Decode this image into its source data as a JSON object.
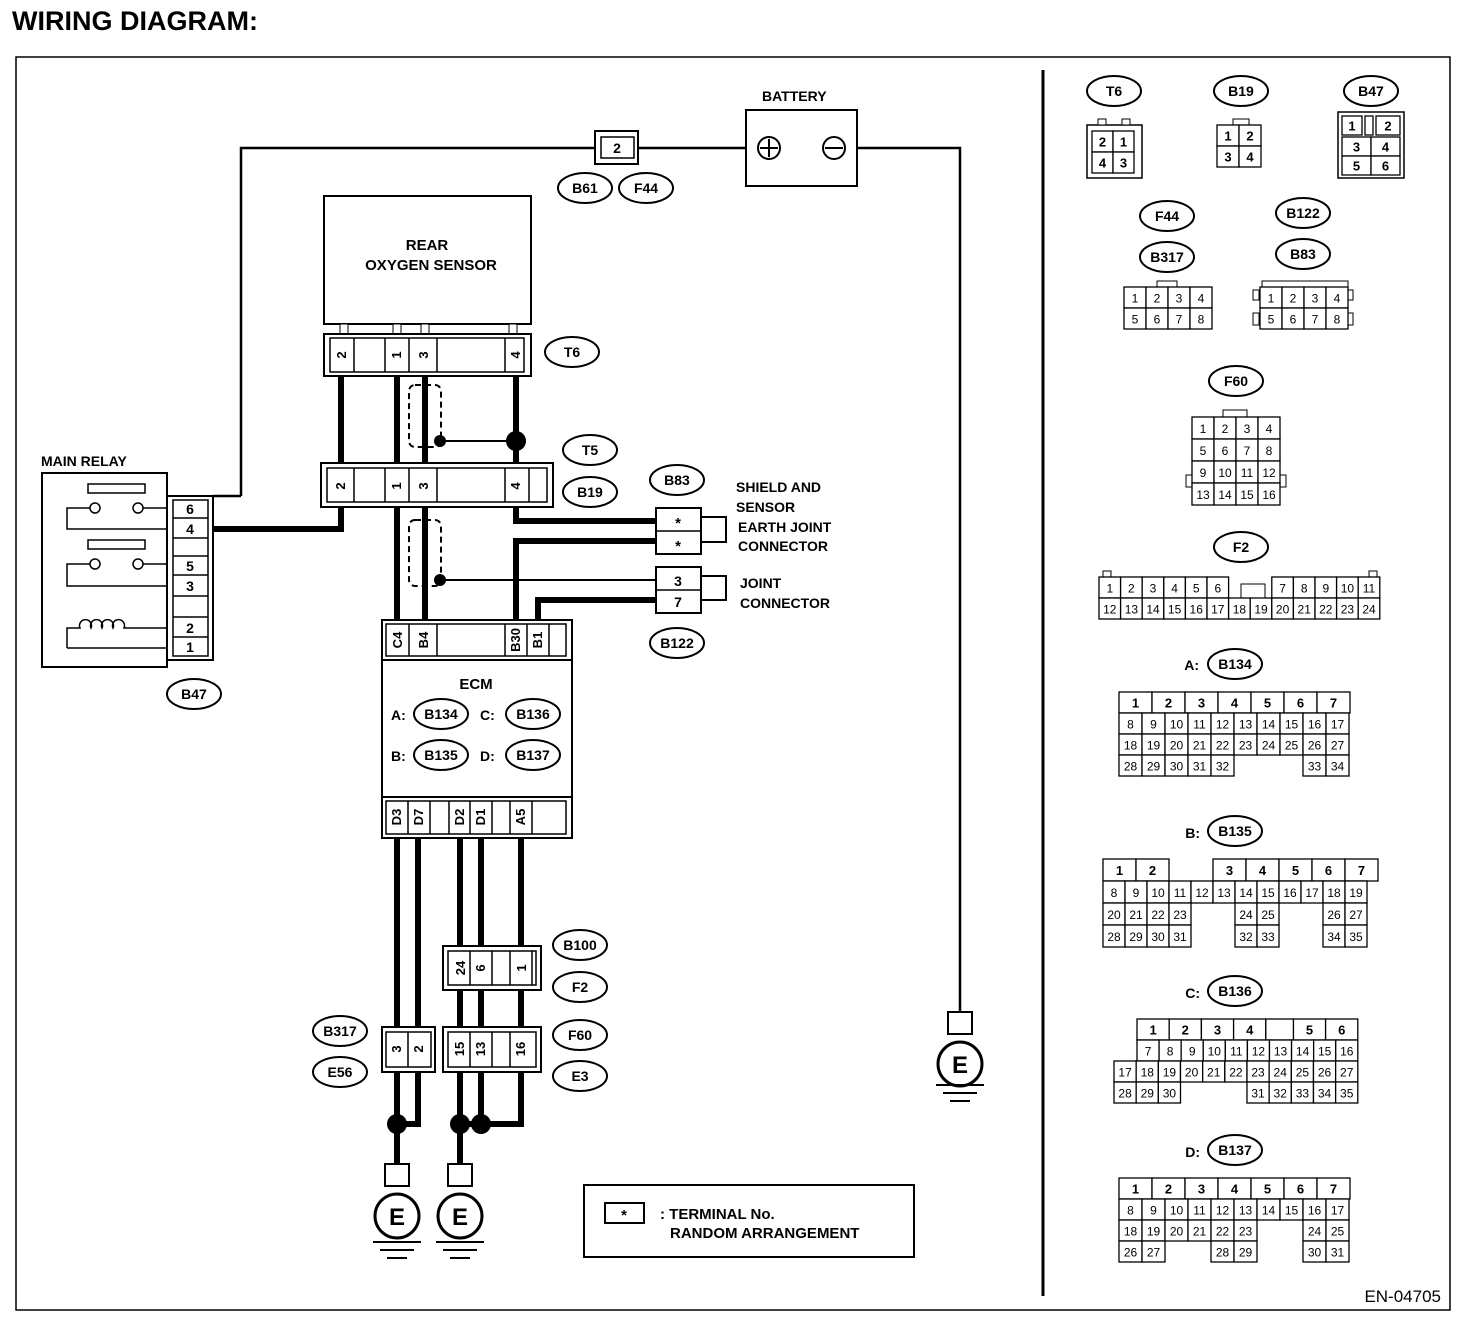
{
  "title": "WIRING DIAGRAM:",
  "figure_id": "EN-04705",
  "components": {
    "battery": "BATTERY",
    "battery_plus": "⊕",
    "battery_minus": "⊖",
    "rear_o2_line1": "REAR",
    "rear_o2_line2": "OXYGEN SENSOR",
    "main_relay": "MAIN RELAY",
    "ecm": "ECM",
    "ecm_connectors": [
      {
        "prefix": "A:",
        "code": "B134"
      },
      {
        "prefix": "C:",
        "code": "B136"
      },
      {
        "prefix": "B:",
        "code": "B135"
      },
      {
        "prefix": "D:",
        "code": "B137"
      }
    ],
    "shield_label": [
      "SHIELD AND",
      "SENSOR",
      "EARTH JOINT",
      "CONNECTOR"
    ],
    "joint_label": [
      "JOINT",
      "CONNECTOR"
    ],
    "ground": "E",
    "legend_symbol": "*",
    "legend_line1": ": TERMINAL No.",
    "legend_line2": "RANDOM ARRANGEMENT"
  },
  "connector_tags": {
    "b61": "B61",
    "f44": "F44",
    "t6": "T6",
    "t5": "T5",
    "b19": "B19",
    "b83": "B83",
    "b122": "B122",
    "b47": "B47",
    "b100": "B100",
    "f2": "F2",
    "b317": "B317",
    "e56": "E56",
    "f60": "F60",
    "e3": "E3"
  },
  "terminals": {
    "fuse": "2",
    "t6": [
      "2",
      "1",
      "3",
      "4"
    ],
    "t5": [
      "2",
      "1",
      "3",
      "4"
    ],
    "relay": [
      "6",
      "4",
      "5",
      "3",
      "2",
      "1"
    ],
    "shield": [
      "*",
      "*"
    ],
    "joint": [
      "3",
      "7"
    ],
    "ecm_top": [
      "C4",
      "B4",
      "B30",
      "B1"
    ],
    "ecm_bottom": [
      "D3",
      "D7",
      "D2",
      "D1",
      "A5"
    ],
    "b100": [
      "24",
      "6",
      "1"
    ],
    "b317": [
      "3",
      "2"
    ],
    "f60": [
      "15",
      "13",
      "16"
    ]
  },
  "connector_views": {
    "t6": {
      "name": "T6",
      "rows": [
        [
          "2",
          "1"
        ],
        [
          "4",
          "3"
        ]
      ]
    },
    "b19": {
      "name": "B19",
      "rows": [
        [
          "1",
          "2"
        ],
        [
          "3",
          "4"
        ]
      ]
    },
    "b47": {
      "name": "B47",
      "rows": [
        [
          "1",
          "2"
        ],
        [
          "3",
          "4"
        ],
        [
          "5",
          "6"
        ]
      ]
    },
    "f44": {
      "names": [
        "F44",
        "B317"
      ],
      "rows": [
        [
          "1",
          "2",
          "3",
          "4"
        ],
        [
          "5",
          "6",
          "7",
          "8"
        ]
      ]
    },
    "b122": {
      "names": [
        "B122",
        "B83"
      ],
      "rows": [
        [
          "1",
          "2",
          "3",
          "4"
        ],
        [
          "5",
          "6",
          "7",
          "8"
        ]
      ]
    },
    "f60": {
      "name": "F60",
      "rows": [
        [
          "1",
          "2",
          "3",
          "4"
        ],
        [
          "5",
          "6",
          "7",
          "8"
        ],
        [
          "9",
          "10",
          "11",
          "12"
        ],
        [
          "13",
          "14",
          "15",
          "16"
        ]
      ]
    },
    "f2": {
      "name": "F2",
      "rows": [
        [
          "1",
          "2",
          "3",
          "4",
          "5",
          "6",
          "",
          "7",
          "8",
          "9",
          "10",
          "11"
        ],
        [
          "12",
          "13",
          "14",
          "15",
          "16",
          "17",
          "18",
          "19",
          "20",
          "21",
          "22",
          "23",
          "24"
        ]
      ]
    },
    "ecm_a": {
      "prefix": "A:",
      "name": "B134",
      "rows": [
        [
          "1",
          "2",
          "3",
          "4",
          "5",
          "6",
          "7"
        ],
        [
          "8",
          "9",
          "10",
          "11",
          "12",
          "13",
          "14",
          "15",
          "16",
          "17"
        ],
        [
          "18",
          "19",
          "20",
          "21",
          "22",
          "23",
          "24",
          "25",
          "26",
          "27"
        ],
        [
          "28",
          "29",
          "30",
          "31",
          "32",
          "33",
          "34"
        ]
      ]
    },
    "ecm_b": {
      "prefix": "B:",
      "name": "B135",
      "rows": [
        [
          "1",
          "2",
          "3",
          "4",
          "5",
          "6",
          "7"
        ],
        [
          "8",
          "9",
          "10",
          "11",
          "12",
          "13",
          "14",
          "15",
          "16",
          "17",
          "18",
          "19"
        ],
        [
          "20",
          "21",
          "22",
          "23",
          "24",
          "25",
          "26",
          "27"
        ],
        [
          "28",
          "29",
          "30",
          "31",
          "32",
          "33",
          "34",
          "35"
        ]
      ]
    },
    "ecm_c": {
      "prefix": "C:",
      "name": "B136",
      "rows": [
        [
          "1",
          "2",
          "3",
          "4",
          "5",
          "6"
        ],
        [
          "7",
          "8",
          "9",
          "10",
          "11",
          "12",
          "13",
          "14",
          "15",
          "16"
        ],
        [
          "17",
          "18",
          "19",
          "20",
          "21",
          "22",
          "23",
          "24",
          "25",
          "26",
          "27"
        ],
        [
          "28",
          "29",
          "30",
          "31",
          "32",
          "33",
          "34",
          "35"
        ]
      ]
    },
    "ecm_d": {
      "prefix": "D:",
      "name": "B137",
      "rows": [
        [
          "1",
          "2",
          "3",
          "4",
          "5",
          "6",
          "7"
        ],
        [
          "8",
          "9",
          "10",
          "11",
          "12",
          "13",
          "14",
          "15",
          "16",
          "17"
        ],
        [
          "18",
          "19",
          "20",
          "21",
          "22",
          "23",
          "24",
          "25"
        ],
        [
          "26",
          "27",
          "28",
          "29",
          "30",
          "31"
        ]
      ]
    }
  }
}
